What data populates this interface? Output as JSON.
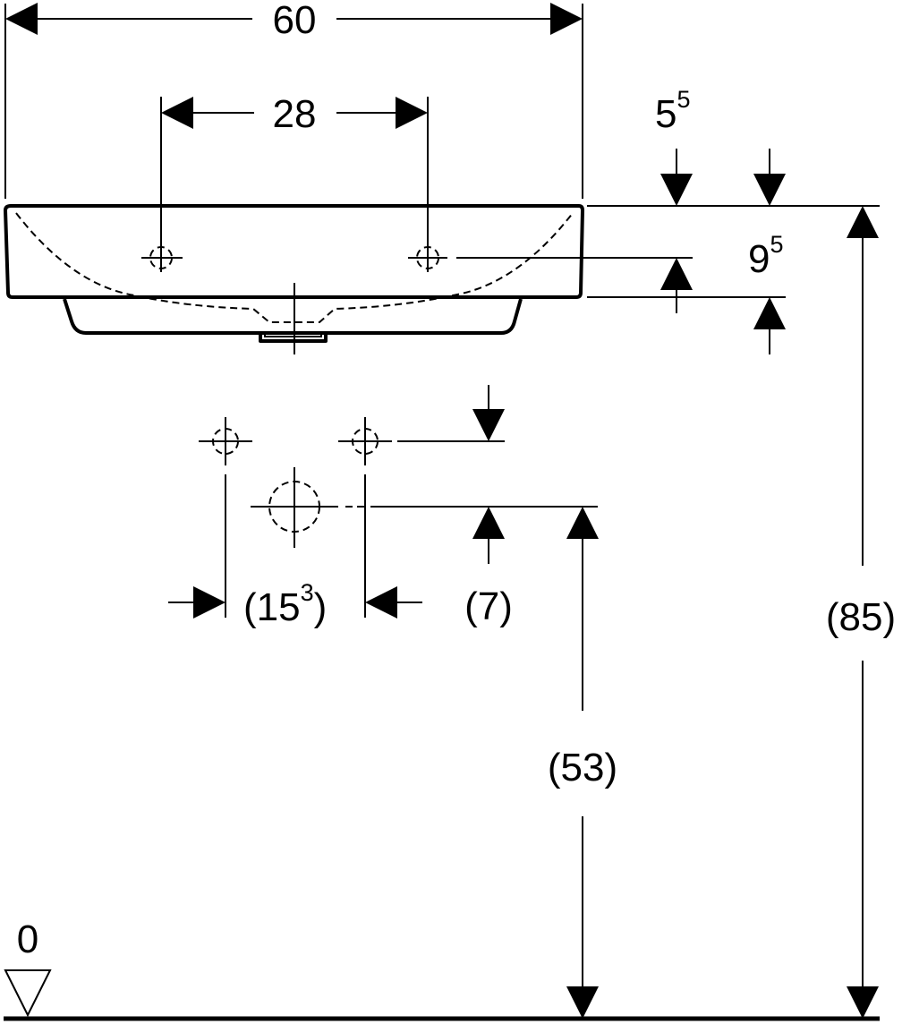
{
  "dimensions": {
    "overall_width": "60",
    "tap_hole_spacing": "28",
    "rim_offset": {
      "base": "5",
      "sup": "5"
    },
    "tap_hole_depth": {
      "base": "9",
      "sup": "5"
    },
    "waste_spacing": {
      "open": "(15",
      "sup": "3",
      "close": ")"
    },
    "waste_offset": "(7)",
    "waste_height": "(53)",
    "rim_height": "(85)"
  },
  "floor": {
    "level_label": "0"
  }
}
